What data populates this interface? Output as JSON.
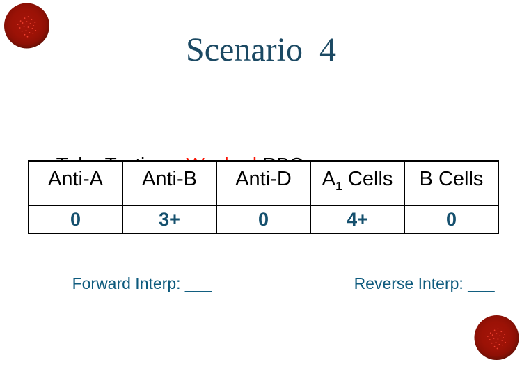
{
  "slide": {
    "title": "Scenario  4",
    "subtitle": {
      "prefix": "Tube Testing—",
      "highlight": "Washed",
      "suffix": " RBCs"
    },
    "reaction_table": {
      "headers": [
        {
          "pre": "Anti-A",
          "sub": "",
          "post": ""
        },
        {
          "pre": "Anti-B",
          "sub": "",
          "post": ""
        },
        {
          "pre": "Anti-D",
          "sub": "",
          "post": ""
        },
        {
          "pre": "A",
          "sub": "1",
          "post": " Cells"
        },
        {
          "pre": "B Cells",
          "sub": "",
          "post": ""
        }
      ],
      "values": [
        "0",
        "3+",
        "0",
        "4+",
        "0"
      ]
    },
    "interpretations": {
      "forward": {
        "label": "Forward Interp: ",
        "blank": "___"
      },
      "reverse": {
        "label": "Reverse Interp: ",
        "blank": "___"
      }
    },
    "icons": {
      "top_left": "rbc-agglutination-button-photo",
      "bottom_right": "rbc-agglutination-button-photo"
    },
    "colors": {
      "title_teal": "#1B4963",
      "subtitle_black": "#000000",
      "washed_red": "#FB1505",
      "value_teal": "#15506E",
      "interp_teal": "#0D5A7D",
      "rbc_dark_red": "#9C1206",
      "rbc_speck_red": "#EF4130"
    }
  }
}
